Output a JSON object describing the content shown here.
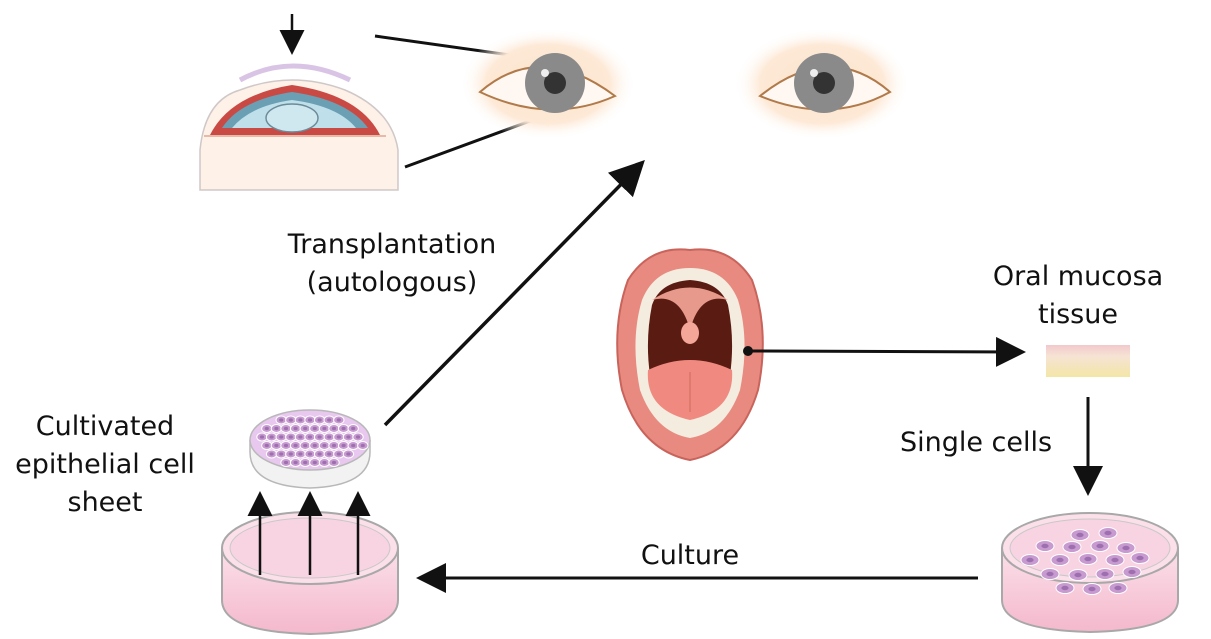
{
  "labels": {
    "transplantation": [
      "Transplantation",
      "(autologous)"
    ],
    "oral_mucosa": [
      "Oral mucosa",
      "tissue"
    ],
    "single_cells": "Single cells",
    "culture": "Culture",
    "cultivated_sheet": [
      "Cultivated",
      "epithelial cell",
      "sheet"
    ]
  },
  "colors": {
    "arrow": "#111111",
    "skin": "#f6d7b8",
    "iris": "#8a8a8a",
    "pupil": "#333333",
    "lip": "#e88a80",
    "mouth_dark": "#5a1c12",
    "tongue": "#f08a80",
    "dish_medium": "#f7c8d8",
    "cell": "#c79ad0",
    "cornea": "#bfe0ea",
    "tissue_top": "#f2c9cc",
    "tissue_bottom": "#f3e6a6"
  }
}
